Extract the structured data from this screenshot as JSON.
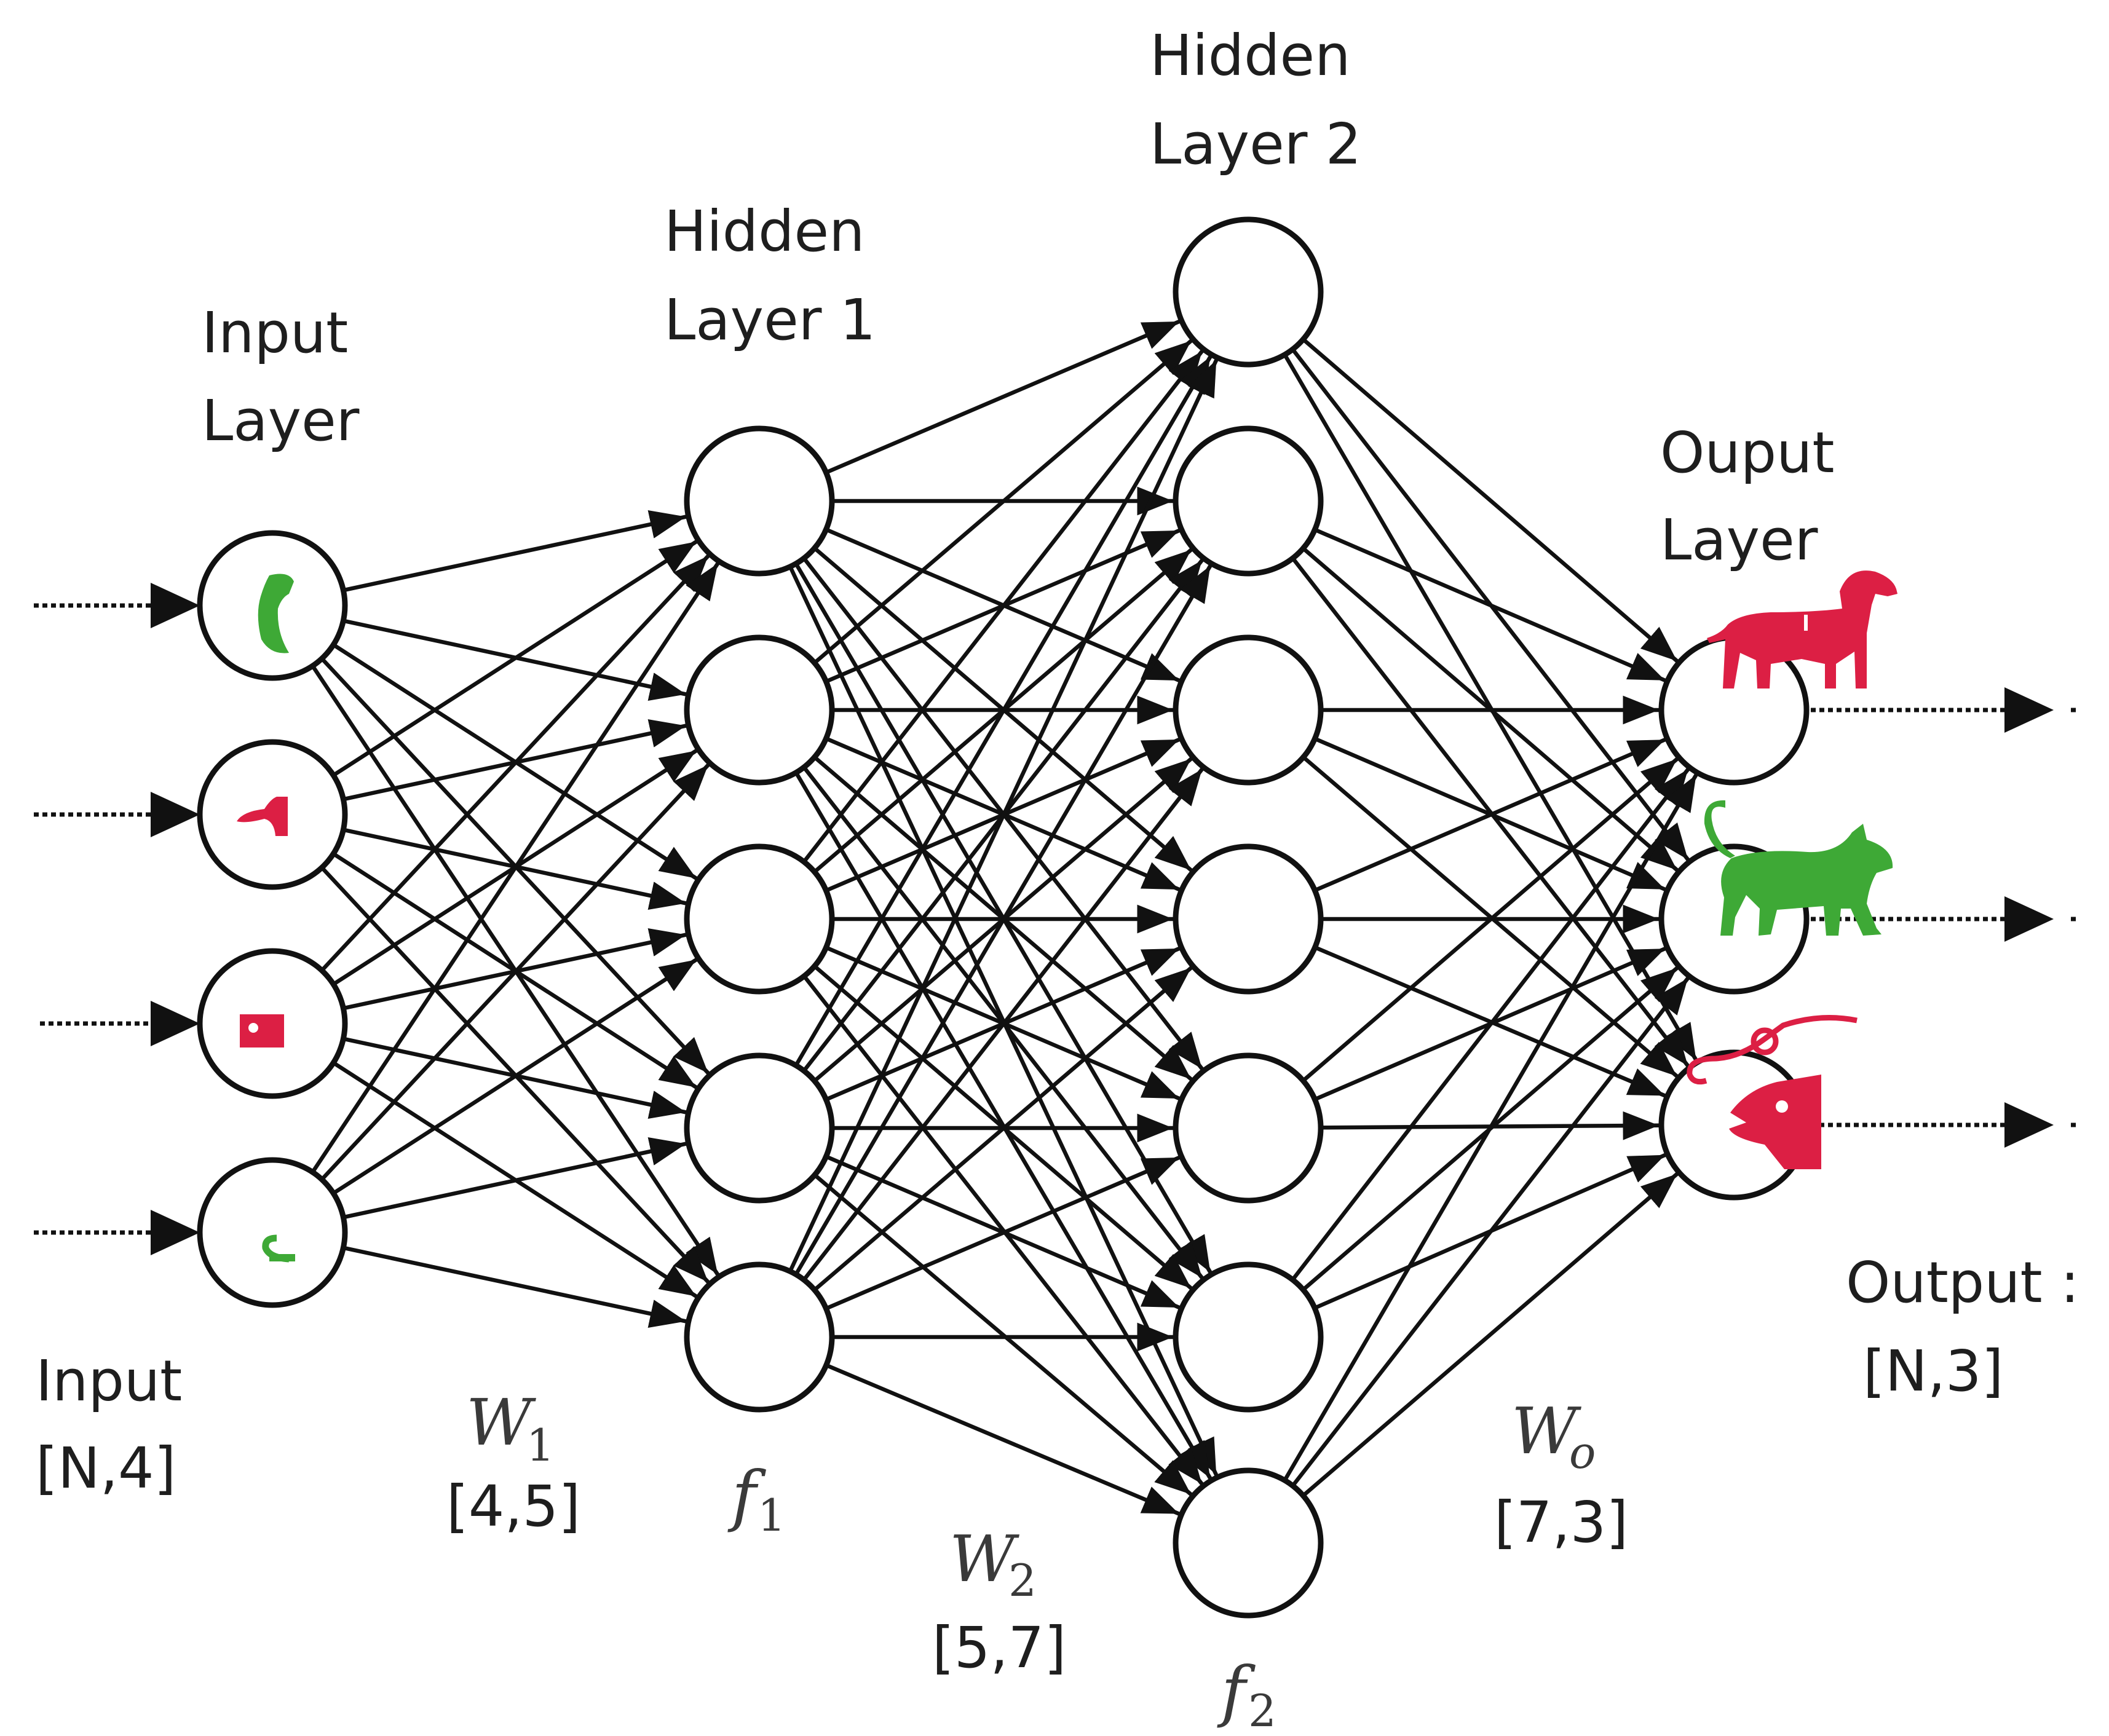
{
  "labels": {
    "input_layer": [
      "Input",
      "Layer"
    ],
    "hidden_layer_1": [
      "Hidden",
      "Layer 1"
    ],
    "hidden_layer_2": [
      "Hidden",
      "Layer 2"
    ],
    "output_layer": [
      "Ouput",
      "Layer"
    ],
    "input_shape": [
      "Input",
      "[N,4]"
    ],
    "output_shape": [
      "Output :",
      "[N,3]"
    ],
    "w1": {
      "symbol": "W",
      "subscript": "1",
      "shape": "[4,5]"
    },
    "w2": {
      "symbol": "W",
      "subscript": "2",
      "shape": "[5,7]"
    },
    "wo": {
      "symbol": "W",
      "subscript": "o",
      "shape": "[7,3]"
    },
    "f1": {
      "symbol": "f",
      "subscript": "1"
    },
    "f2": {
      "symbol": "f",
      "subscript": "2"
    }
  },
  "layers": [
    {
      "name": "input",
      "nodes": 4
    },
    {
      "name": "hidden-1",
      "nodes": 5
    },
    {
      "name": "hidden-2",
      "nodes": 7
    },
    {
      "name": "output",
      "nodes": 3
    }
  ],
  "icons": {
    "input_nodes": [
      "cat-fragment-icon",
      "dog-fragment-icon",
      "fish-fragment-icon",
      "cat-tail-fragment-icon"
    ],
    "outputs": [
      "dog-icon",
      "cat-icon",
      "fish-icon"
    ]
  },
  "colors": {
    "dog": "#dc1f44",
    "cat": "#3ea936",
    "fish": "#dc1f44",
    "line": "#111111"
  }
}
